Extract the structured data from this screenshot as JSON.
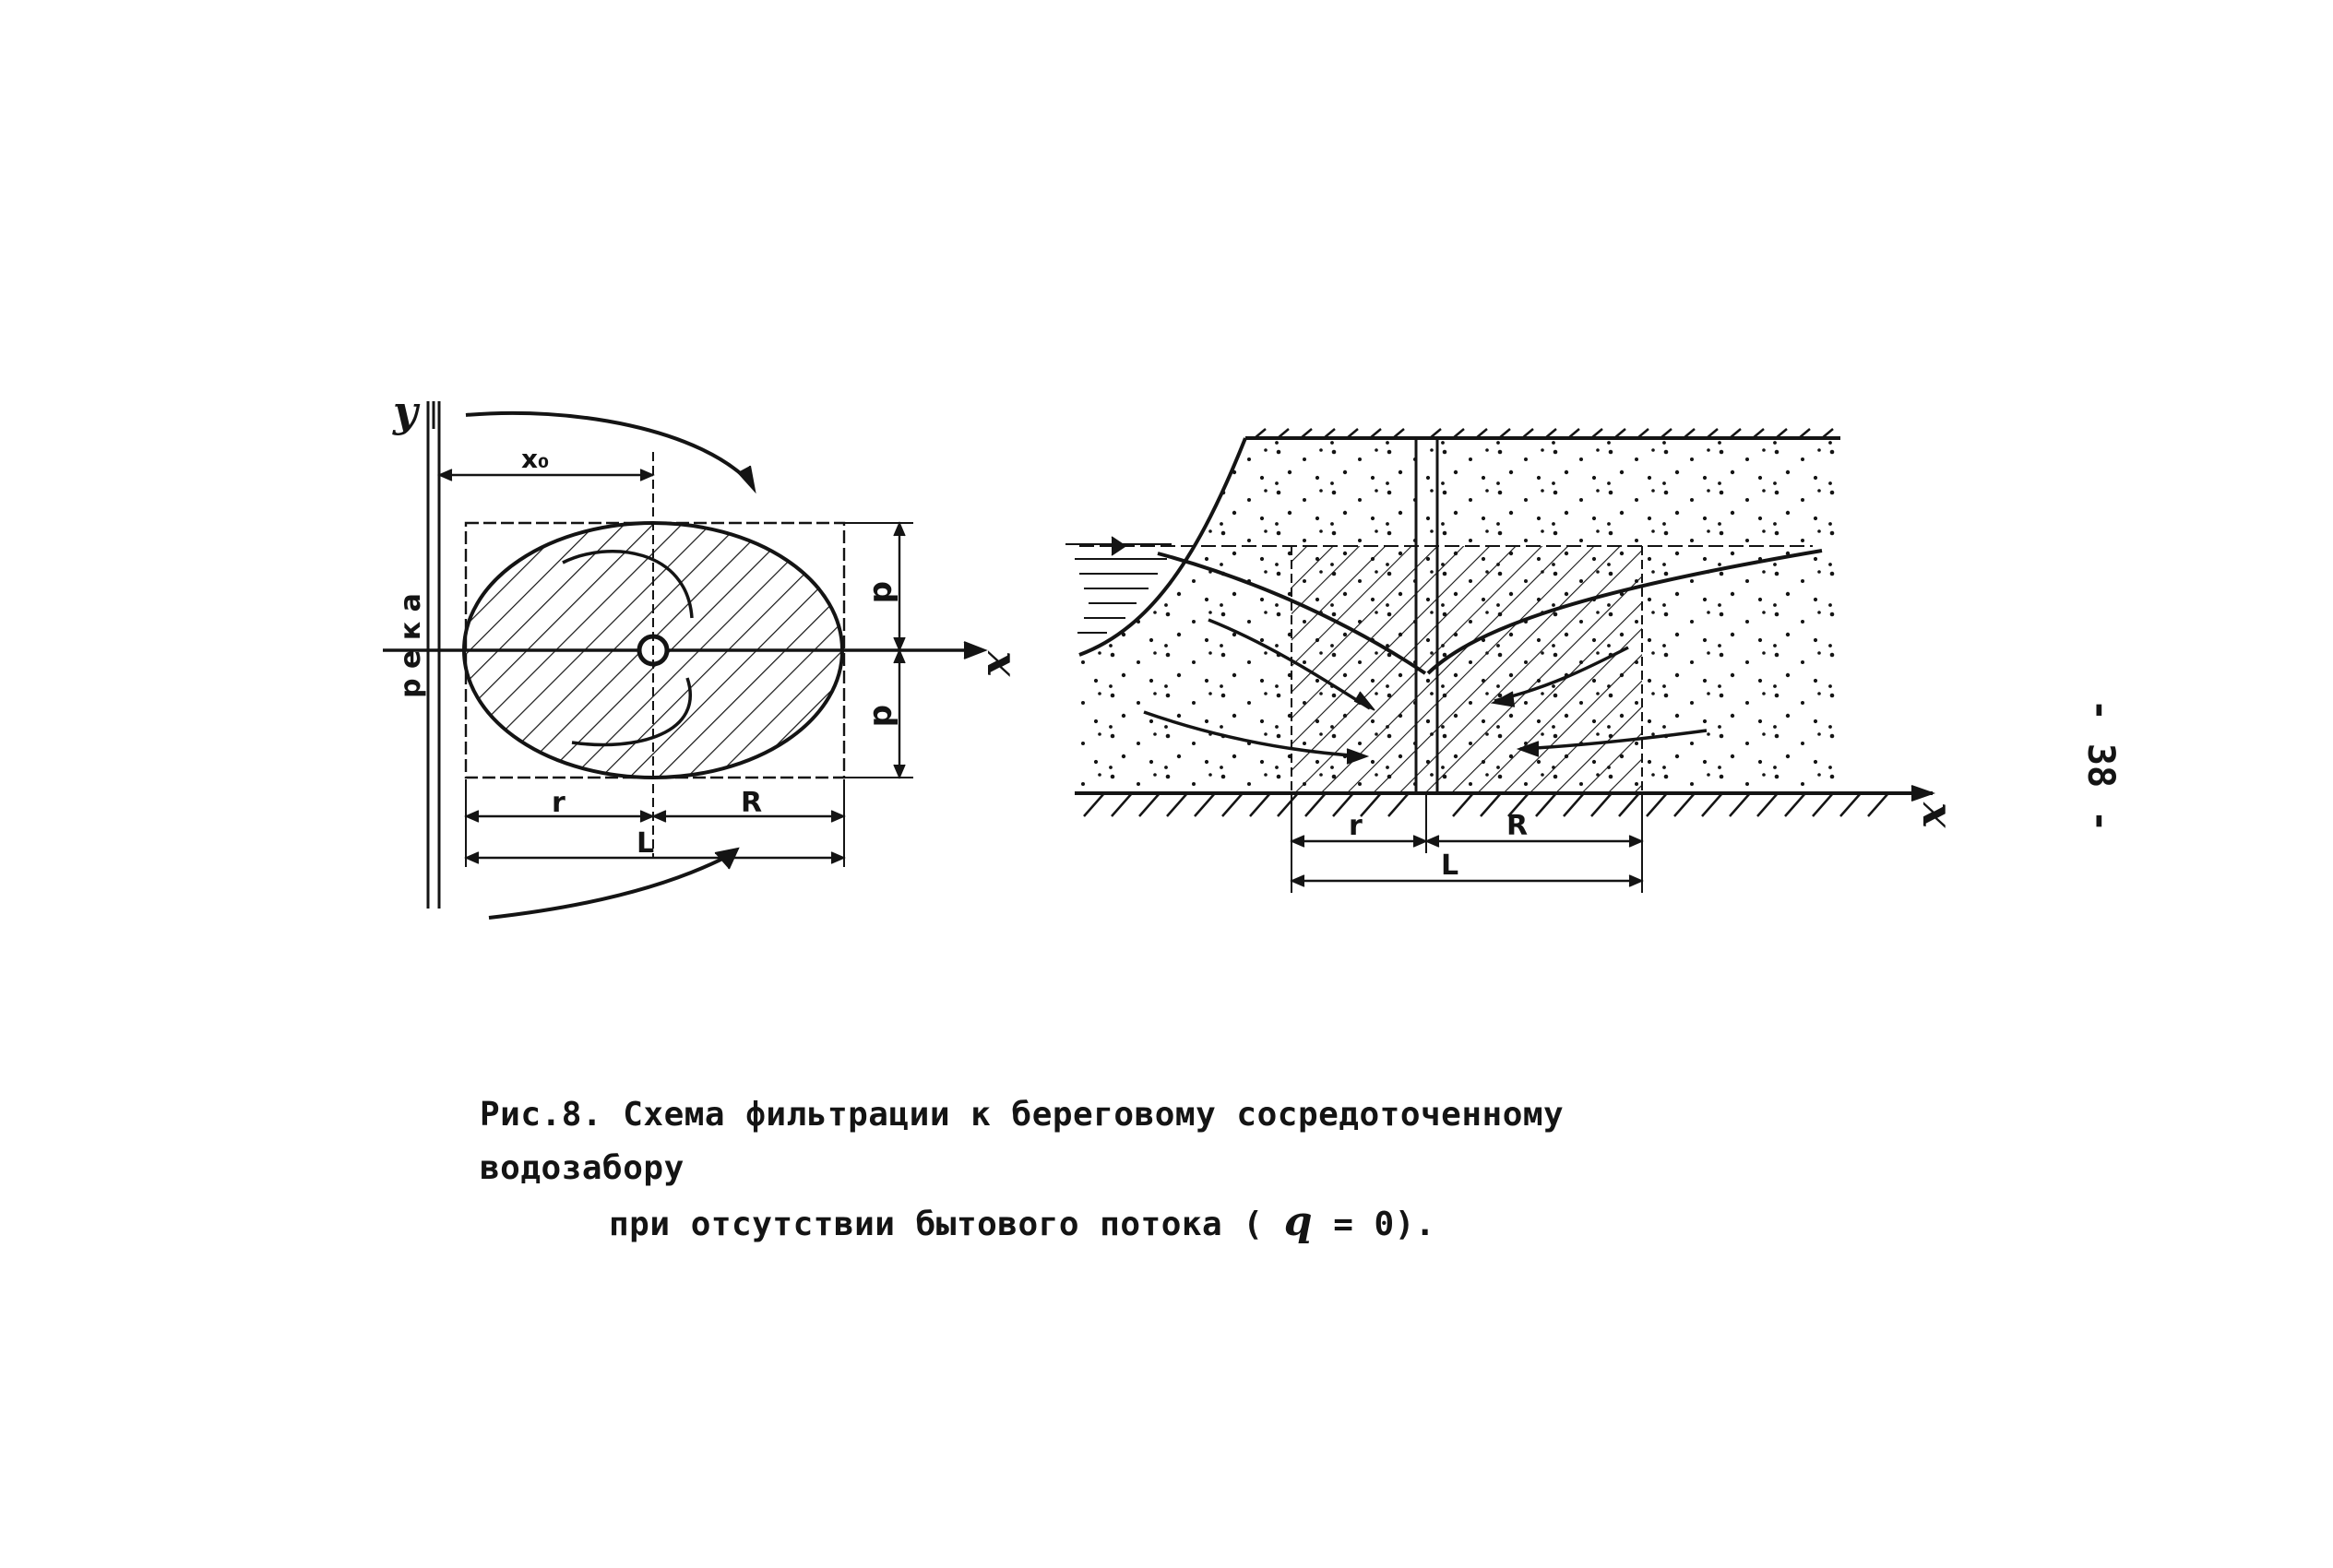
{
  "caption": {
    "line1": "Рис.8. Схема фильтрации к береговому сосредоточенному водозабору",
    "line2_text": "при отсутствии бытового потока (",
    "line2_symbol": "q",
    "line2_rest": " = 0)."
  },
  "page_number": "- 38 -",
  "plan_view": {
    "axis_y_label": "y",
    "axis_x_label": "x",
    "river_label": "р е к а",
    "x0_label": "x₀",
    "d_top_label": "d",
    "d_bottom_label": "d",
    "r_label": "r",
    "R_label": "R",
    "L_label": "L"
  },
  "section_view": {
    "axis_x_label": "x",
    "r_label": "r",
    "R_label": "R",
    "L_label": "L"
  },
  "colors": {
    "ink": "#141414",
    "paper": "#ffffff"
  }
}
